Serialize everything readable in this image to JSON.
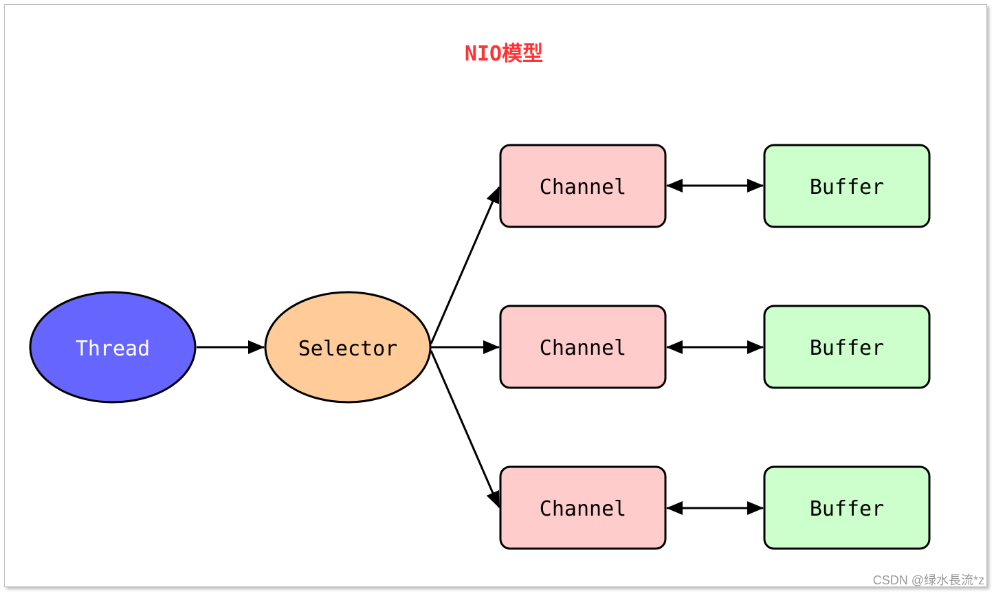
{
  "diagram": {
    "title": "NIO模型",
    "title_color": "#ff3333",
    "thread": {
      "label": "Thread",
      "fill": "#6666ff",
      "text_color": "#ffffff"
    },
    "selector": {
      "label": "Selector",
      "fill": "#ffcc99"
    },
    "channels": [
      {
        "label": "Channel",
        "fill": "#ffcccc"
      },
      {
        "label": "Channel",
        "fill": "#ffcccc"
      },
      {
        "label": "Channel",
        "fill": "#ffcccc"
      }
    ],
    "buffers": [
      {
        "label": "Buffer",
        "fill": "#ccffcc"
      },
      {
        "label": "Buffer",
        "fill": "#ccffcc"
      },
      {
        "label": "Buffer",
        "fill": "#ccffcc"
      }
    ],
    "edges": [
      {
        "from": "Thread",
        "to": "Selector",
        "direction": "forward"
      },
      {
        "from": "Selector",
        "to": "Channel 1",
        "direction": "forward"
      },
      {
        "from": "Selector",
        "to": "Channel 2",
        "direction": "forward"
      },
      {
        "from": "Selector",
        "to": "Channel 3",
        "direction": "forward"
      },
      {
        "from": "Channel 1",
        "to": "Buffer 1",
        "direction": "both"
      },
      {
        "from": "Channel 2",
        "to": "Buffer 2",
        "direction": "both"
      },
      {
        "from": "Channel 3",
        "to": "Buffer 3",
        "direction": "both"
      }
    ]
  },
  "watermark": "CSDN @绿水長流*z"
}
